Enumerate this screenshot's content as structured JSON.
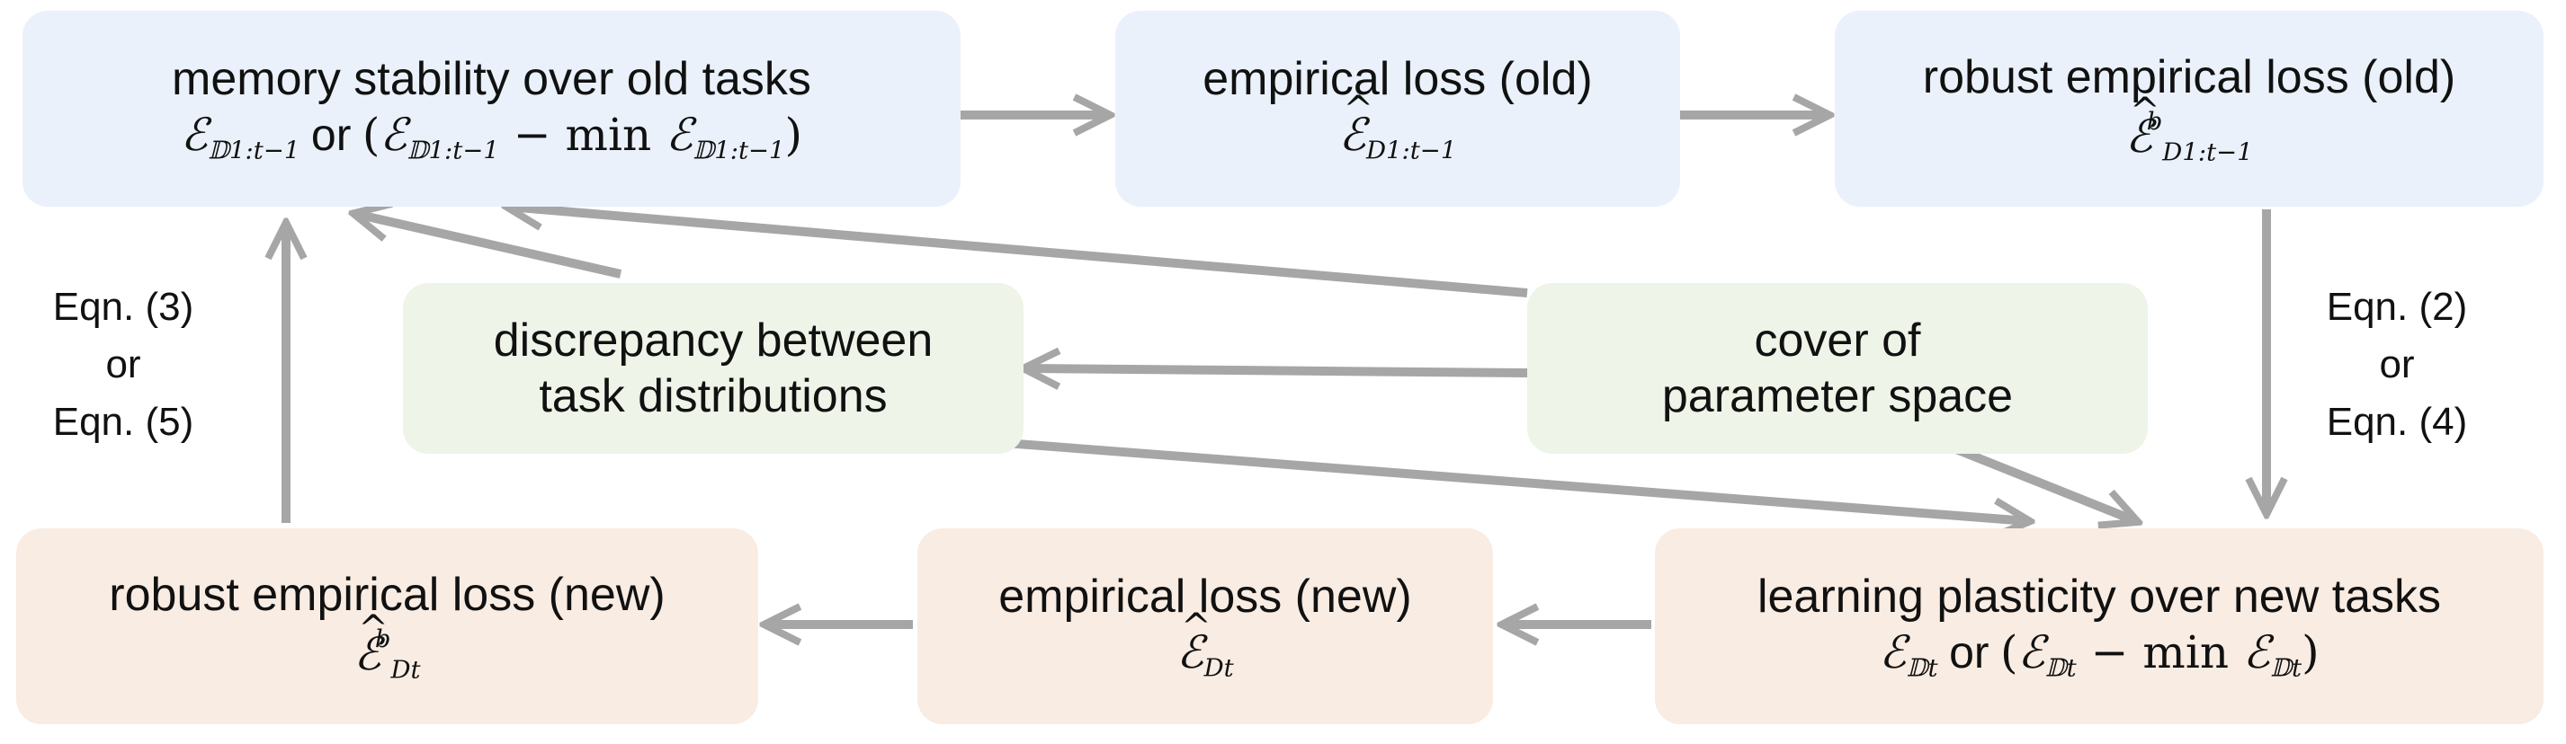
{
  "boxes": {
    "memory_stability": {
      "title": "memory stability over old tasks",
      "E": "ℰ",
      "sub": "𝔻1:t−1",
      "or": "or",
      "open": "(",
      "minus": " − min ",
      "close": ")"
    },
    "empirical_old": {
      "title": "empirical loss (old)",
      "E": "ℰ",
      "sub": "D1:t−1"
    },
    "robust_old": {
      "title": "robust empirical loss (old)",
      "E": "ℰ",
      "sup": "b",
      "sub": "D1:t−1"
    },
    "discrepancy": {
      "line1": "discrepancy between",
      "line2": "task distributions"
    },
    "cover": {
      "line1": "cover of",
      "line2": "parameter space"
    },
    "learning_plasticity": {
      "title": "learning plasticity over new tasks",
      "E": "ℰ",
      "sub": "𝔻t",
      "or": "or",
      "open": "(",
      "minus": " − min ",
      "close": ")"
    },
    "empirical_new": {
      "title": "empirical loss (new)",
      "E": "ℰ",
      "sub": "Dt"
    },
    "robust_new": {
      "title": "robust empirical loss (new)",
      "E": "ℰ",
      "sup": "b",
      "sub": "Dt"
    }
  },
  "equations": {
    "left": {
      "line1": "Eqn. (3)",
      "line2": "or",
      "line3": "Eqn. (5)"
    },
    "right": {
      "line1": "Eqn. (2)",
      "line2": "or",
      "line3": "Eqn. (4)"
    }
  },
  "colors": {
    "blue_box": "#eaf1fa",
    "green_box": "#eef4e8",
    "peach_box": "#f8ece3",
    "arrow": "#a6a6a6"
  }
}
